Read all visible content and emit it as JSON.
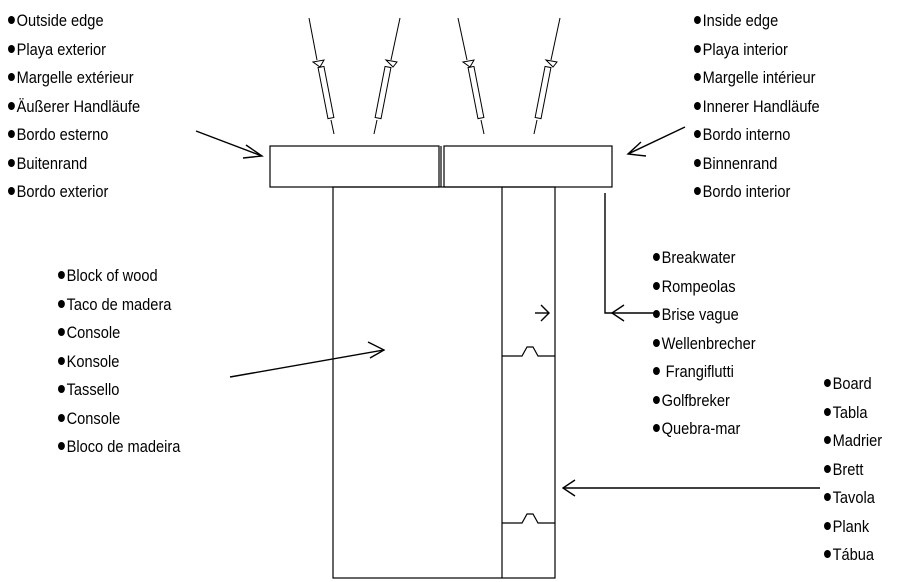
{
  "callouts": {
    "outside_edge": {
      "bullet": "•",
      "items": [
        "Outside edge",
        "Playa exterior",
        "Margelle extérieur",
        "Äußerer Handläufe",
        "Bordo esterno",
        "Buitenrand",
        "Bordo exterior"
      ]
    },
    "inside_edge": {
      "bullet": "•",
      "items": [
        "Inside edge",
        "Playa interior",
        "Margelle intérieur",
        "Innerer Handläufe",
        "Bordo interno",
        "Binnenrand",
        "Bordo interior"
      ]
    },
    "block_of_wood": {
      "bullet": "•",
      "items": [
        "Block of wood",
        "Taco de madera",
        "Console",
        "Konsole",
        "Tassello",
        "Console",
        "Bloco de madeira"
      ]
    },
    "breakwater": {
      "bullet": "•",
      "items": [
        "Breakwater",
        "Rompeolas",
        "Brise vague",
        "Wellenbrecher",
        " Frangiflutti",
        "Golfbreker",
        "Quebra-mar"
      ]
    },
    "board": {
      "bullet": "•",
      "items": [
        "Board",
        "Tabla",
        "Madrier",
        "Brett",
        "Tavola",
        "Plank",
        "Tábua"
      ]
    }
  },
  "colors": {
    "ink": "#000000",
    "paper": "#ffffff"
  }
}
